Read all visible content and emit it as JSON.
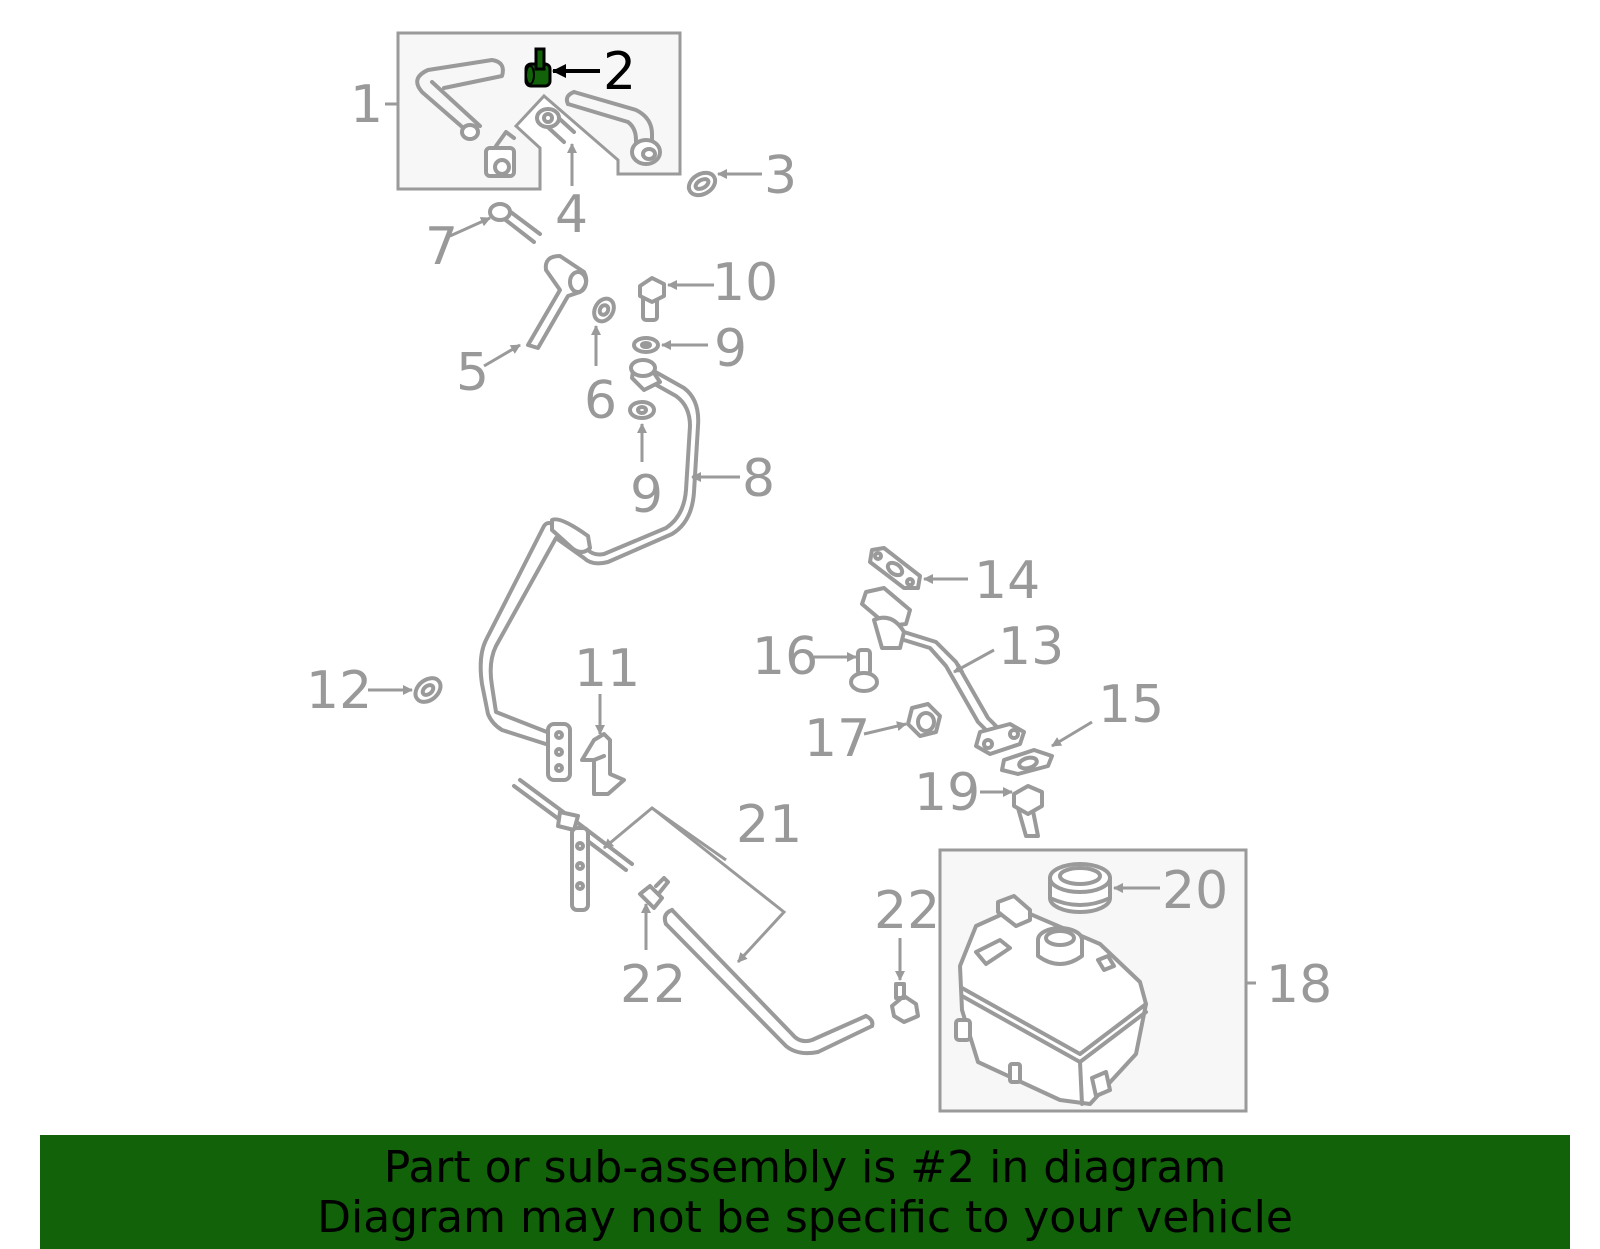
{
  "diagram": {
    "highlight_color": "#116208",
    "highlighted_part": "2",
    "callouts": {
      "c1": "1",
      "c2": "2",
      "c3": "3",
      "c4": "4",
      "c5": "5",
      "c6": "6",
      "c7": "7",
      "c8": "8",
      "c9a": "9",
      "c9b": "9",
      "c10": "10",
      "c11": "11",
      "c12": "12",
      "c13": "13",
      "c14": "14",
      "c15": "15",
      "c16": "16",
      "c17": "17",
      "c18": "18",
      "c19": "19",
      "c20": "20",
      "c21": "21",
      "c22a": "22",
      "c22b": "22"
    }
  },
  "banner": {
    "line1": "Part or sub-assembly is #2 in diagram",
    "line2": "Diagram may not be specific to your vehicle",
    "background": "#116208"
  }
}
